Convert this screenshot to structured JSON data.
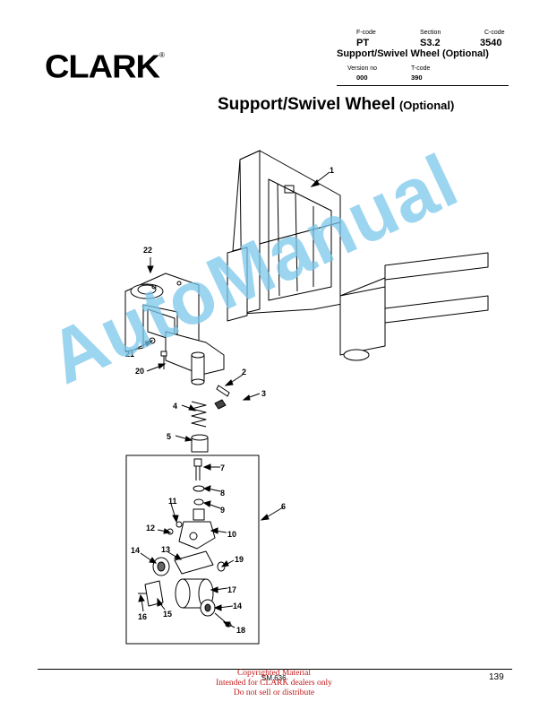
{
  "brand": {
    "logo_text": "CLARK",
    "registered_mark": "®"
  },
  "header": {
    "fcode_label": "F-code",
    "fcode_value": "PT",
    "section_label": "Section",
    "section_value": "S3.2",
    "ccode_label": "C-code",
    "ccode_value": "3540",
    "doc_title": "Support/Swivel Wheel (Optional)",
    "version_label": "Version no",
    "version_value": "000",
    "tcode_label": "T-code",
    "tcode_value": "390"
  },
  "page_title": {
    "main": "Support/Swivel Wheel",
    "optional": "(Optional)"
  },
  "callouts": [
    "1",
    "2",
    "3",
    "4",
    "5",
    "6",
    "7",
    "8",
    "9",
    "10",
    "11",
    "12",
    "13",
    "14",
    "15",
    "16",
    "17",
    "14",
    "18",
    "19",
    "20",
    "21",
    "22"
  ],
  "watermark": "AutoManual",
  "footer": {
    "code": "SM 636",
    "page_number": "139",
    "copyright": [
      "Copyrighted Material",
      "Intended for CLARK dealers only",
      "Do not sell or distribute"
    ]
  },
  "colors": {
    "watermark": "#7cc7ec",
    "copyright": "#c01818"
  }
}
